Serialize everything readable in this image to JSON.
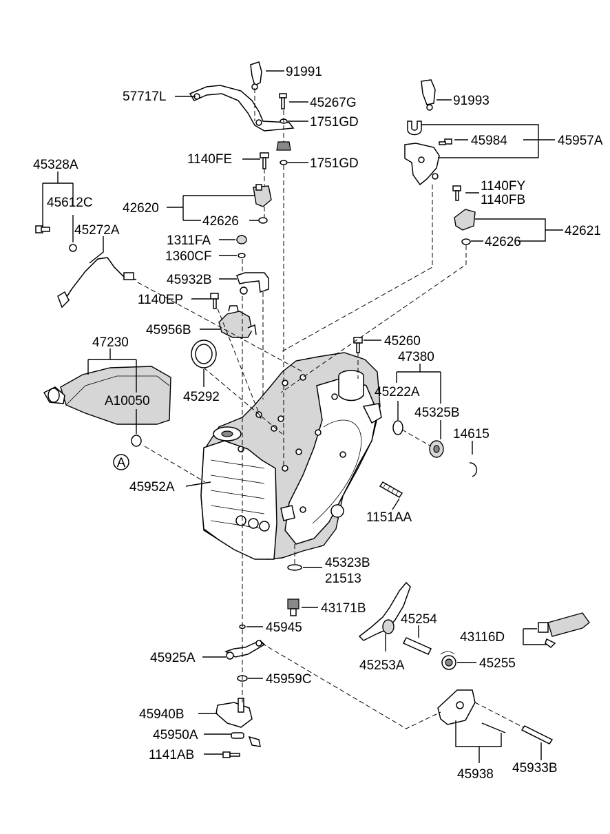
{
  "diagram": {
    "callouts": [
      "91991",
      "57717L",
      "45267G",
      "1751GD",
      "1140FE",
      "1751GD",
      "91993",
      "45984",
      "45957A",
      "45328A",
      "45612C",
      "45272A",
      "42620",
      "42626",
      "1140FY",
      "1140FB",
      "42621",
      "42626",
      "1311FA",
      "1360CF",
      "45932B",
      "1140EP",
      "45956B",
      "47230",
      "A10050",
      "45292",
      "45260",
      "47380",
      "45222A",
      "45325B",
      "14615",
      "45952A",
      "1151AA",
      "45323B",
      "21513",
      "43171B",
      "45254",
      "43116D",
      "45945",
      "45925A",
      "45253A",
      "45255",
      "45959C",
      "45940B",
      "45950A",
      "1141AB",
      "45938",
      "45933B"
    ],
    "view_marker": "A"
  }
}
